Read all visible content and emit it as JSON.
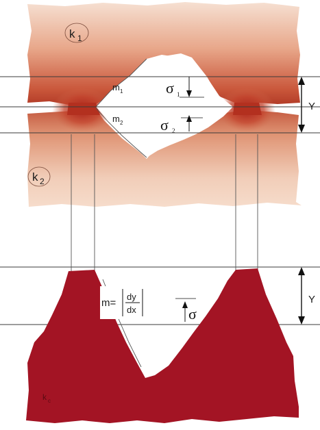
{
  "labels": {
    "body_top": "k",
    "body_top_sub": "1",
    "body_bottom": "k",
    "body_bottom_sub": "2",
    "slope_1": "m",
    "slope_1_sub": "1",
    "slope_2": "m",
    "slope_2_sub": "2",
    "sigma_1": "σ",
    "sigma_1_sub": "1",
    "sigma_2": "σ",
    "sigma_2_sub": "2",
    "y_top": "Y",
    "y_bottom": "Y",
    "slope_eq_lhs": "m=",
    "slope_eq_num": "dy",
    "slope_eq_den": "dx",
    "sigma_combined": "σ",
    "body_combined": "k",
    "body_combined_sub": "c"
  },
  "colors": {
    "body_light": "#f3d6c4",
    "body_mid": "#d98863",
    "body_dark": "#a5281f",
    "combined_fill": "#a31424"
  }
}
